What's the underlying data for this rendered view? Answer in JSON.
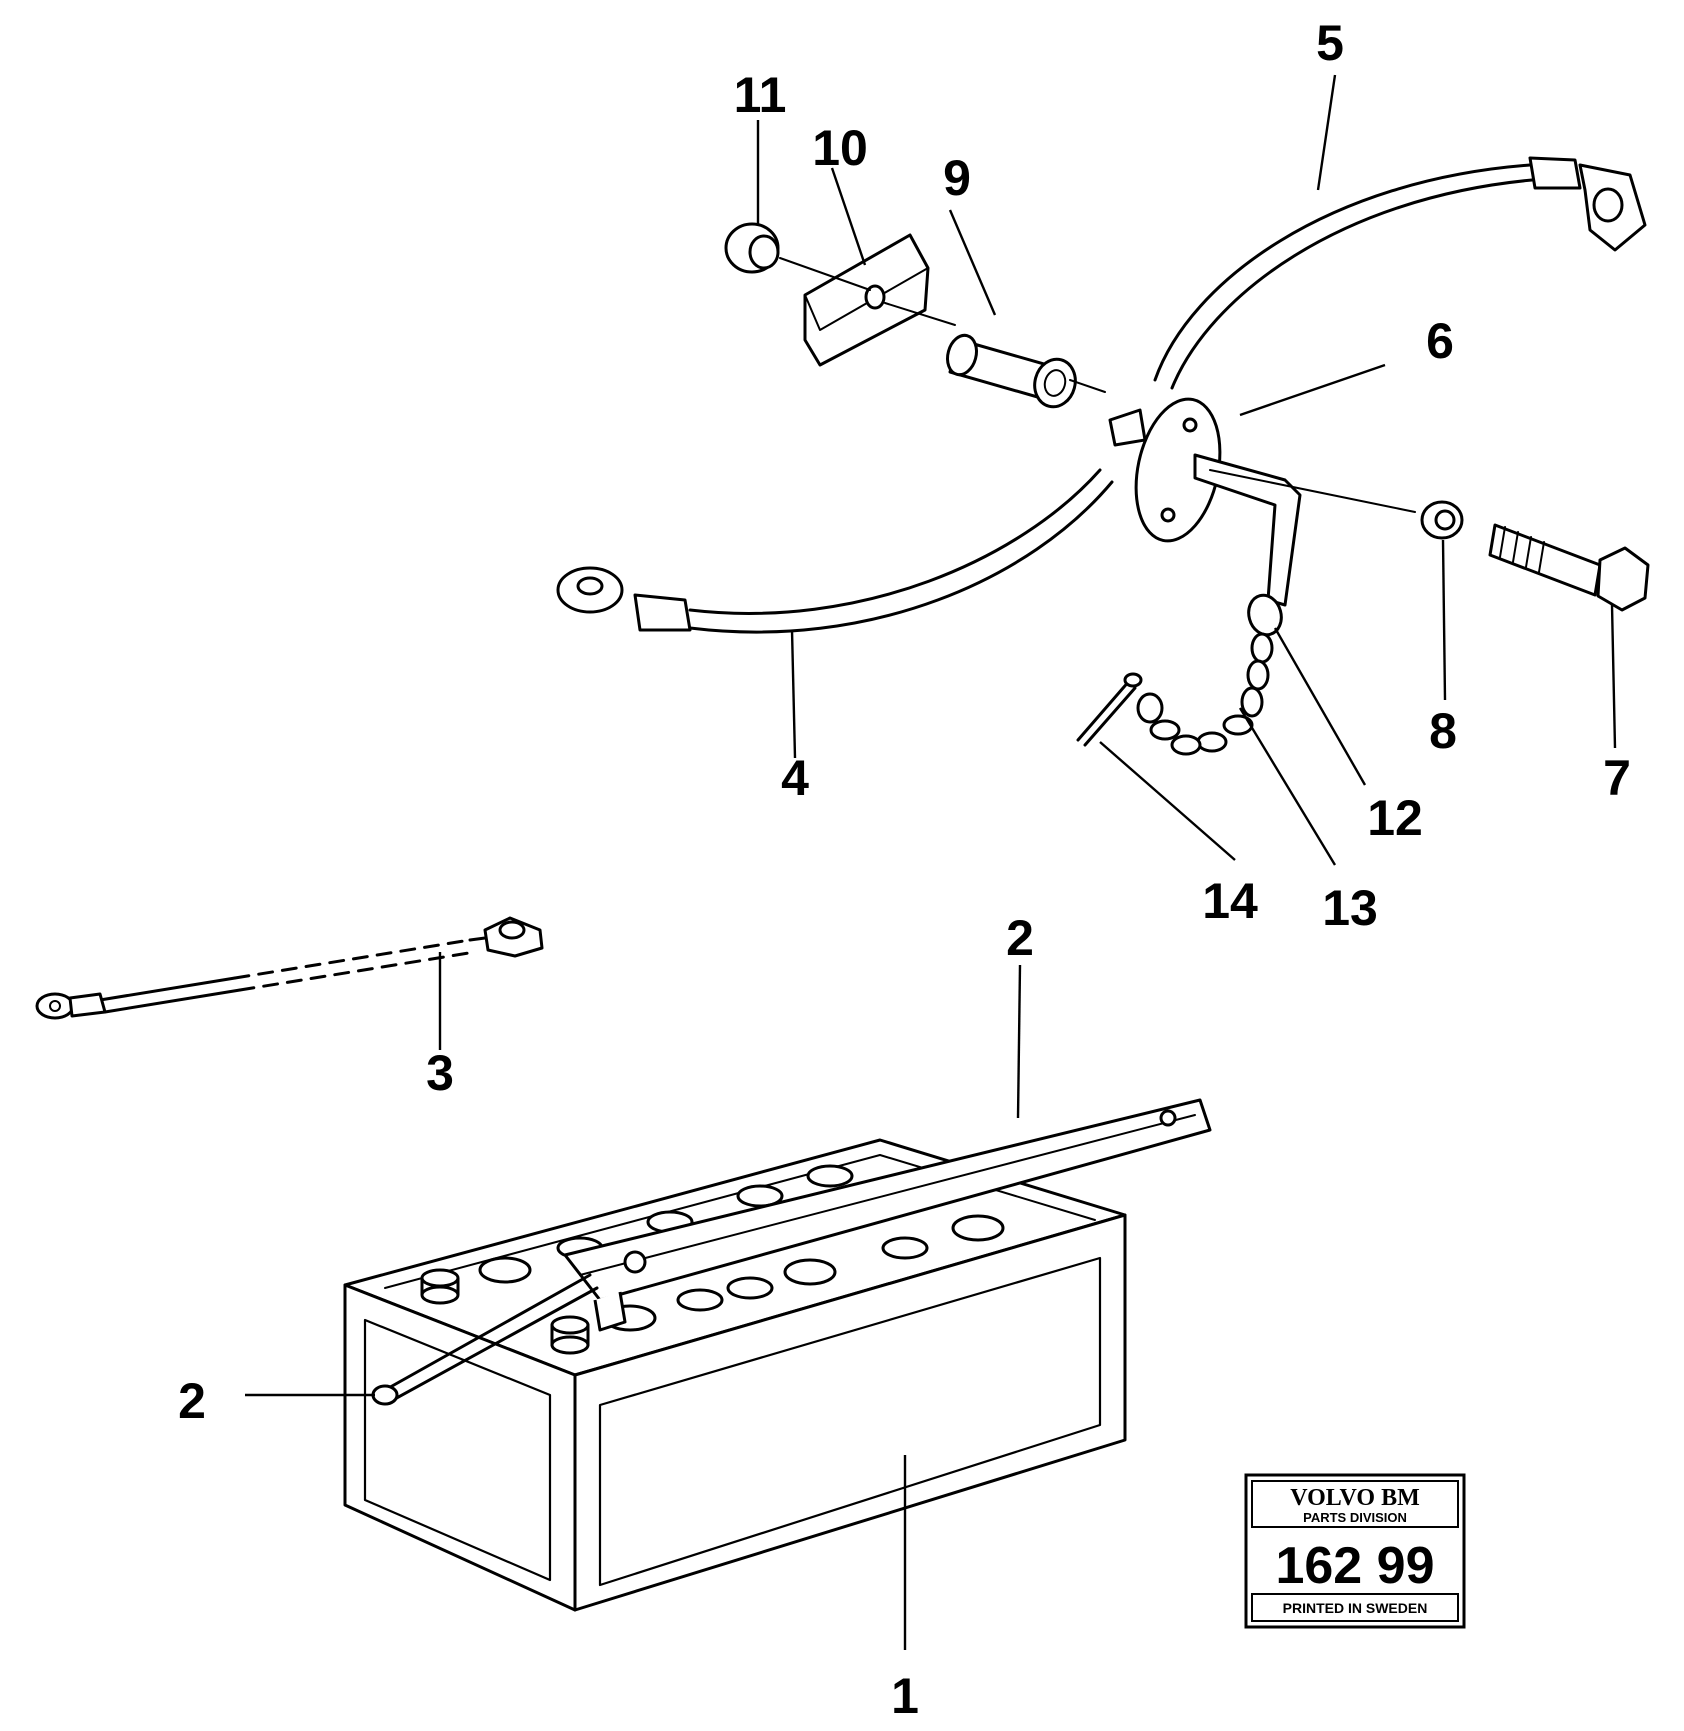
{
  "callouts": [
    {
      "id": "c1",
      "label": "1"
    },
    {
      "id": "c2a",
      "label": "2"
    },
    {
      "id": "c2b",
      "label": "2"
    },
    {
      "id": "c3",
      "label": "3"
    },
    {
      "id": "c4",
      "label": "4"
    },
    {
      "id": "c5",
      "label": "5"
    },
    {
      "id": "c6",
      "label": "6"
    },
    {
      "id": "c7",
      "label": "7"
    },
    {
      "id": "c8",
      "label": "8"
    },
    {
      "id": "c9",
      "label": "9"
    },
    {
      "id": "c10",
      "label": "10"
    },
    {
      "id": "c11",
      "label": "11"
    },
    {
      "id": "c12",
      "label": "12"
    },
    {
      "id": "c13",
      "label": "13"
    },
    {
      "id": "c14",
      "label": "14"
    }
  ],
  "stamp": {
    "brand": "VOLVO BM",
    "division": "PARTS DIVISION",
    "number": "162 99",
    "footer": "PRINTED IN SWEDEN"
  }
}
